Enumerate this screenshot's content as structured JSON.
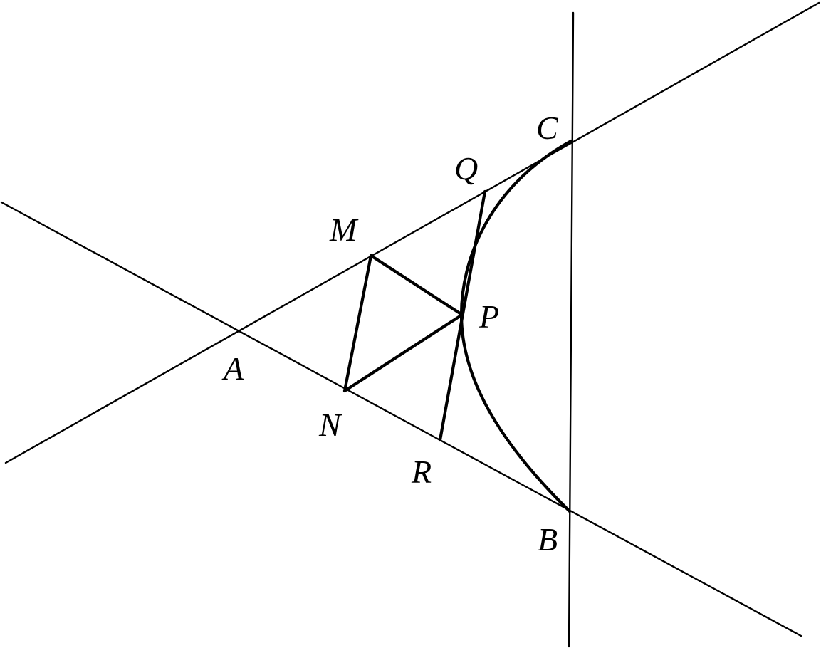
{
  "labels": {
    "A": "A",
    "B": "B",
    "C": "C",
    "M": "M",
    "N": "N",
    "P": "P",
    "Q": "Q",
    "R": "R"
  },
  "colors": {
    "stroke": "#000000",
    "background": "#ffffff"
  }
}
